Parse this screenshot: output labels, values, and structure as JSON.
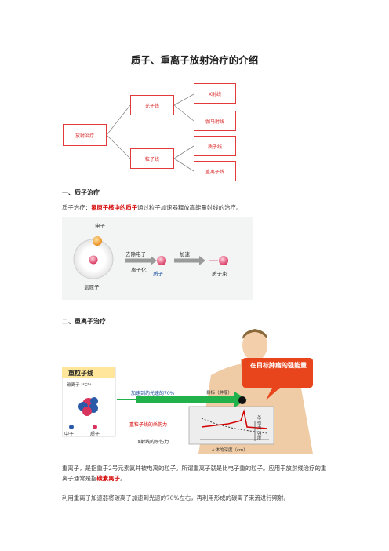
{
  "title": "质子、重离子放射治疗的介绍",
  "tree": {
    "root": "放射治疗",
    "branch1": "光子线",
    "branch2": "粒子线",
    "leaves": [
      "X射线",
      "伽马射线",
      "质子线",
      "重离子线"
    ]
  },
  "section1": {
    "heading": "一、质子治疗",
    "text_prefix": "质子治疗：",
    "text_highlight": "氢原子核中的质子",
    "text_suffix": "通过粒子加速器释放高能量射线的治疗。"
  },
  "fig1": {
    "electron": "电子",
    "remove": "去除电子",
    "ionize": "离子化",
    "accelerate": "加速",
    "hydrogen": "氢原子",
    "proton": "质子",
    "beam": "质子束"
  },
  "section2": {
    "heading": "二、重离子治疗",
    "para1": "重离子，是指重于2号元素氦并被电离的粒子。所谓重离子就是比电子重的粒子。应用于放射线治疗的重离子通常是指",
    "para1_highlight": "碳素离子",
    "para1_end": "。",
    "para2": "利用重离子加速器将碳离子加速到光速的70%左右，再利用形成的碳离子束流进行照射。"
  },
  "fig2": {
    "box_title": "重粒子线",
    "carbon": "碳离子 ¹²C⁶⁺",
    "neutron": "中子",
    "proton": "质子",
    "accel": "加速到约光速的70%",
    "target": "目标（肿瘤）",
    "callout": "在目标肿瘤的强能量",
    "heavy_kill": "重粒子线的杀伤力",
    "xray_kill": "X射线的杀伤力",
    "depth": "人体的深度（cm）",
    "kill_axis": "杀伤力强度"
  }
}
